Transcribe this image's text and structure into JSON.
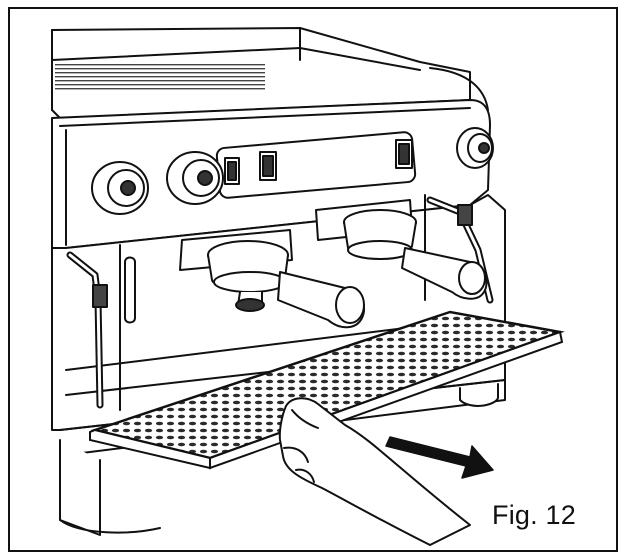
{
  "figure": {
    "caption": "Fig. 12"
  },
  "colors": {
    "line": "#111111",
    "fill": "#ffffff",
    "shade": "#d9d9d9",
    "dark": "#3a3a3a"
  },
  "icons": [
    "coffee-machine-illustration",
    "drip-tray-grid",
    "hand-illustration",
    "pull-direction-arrow"
  ]
}
